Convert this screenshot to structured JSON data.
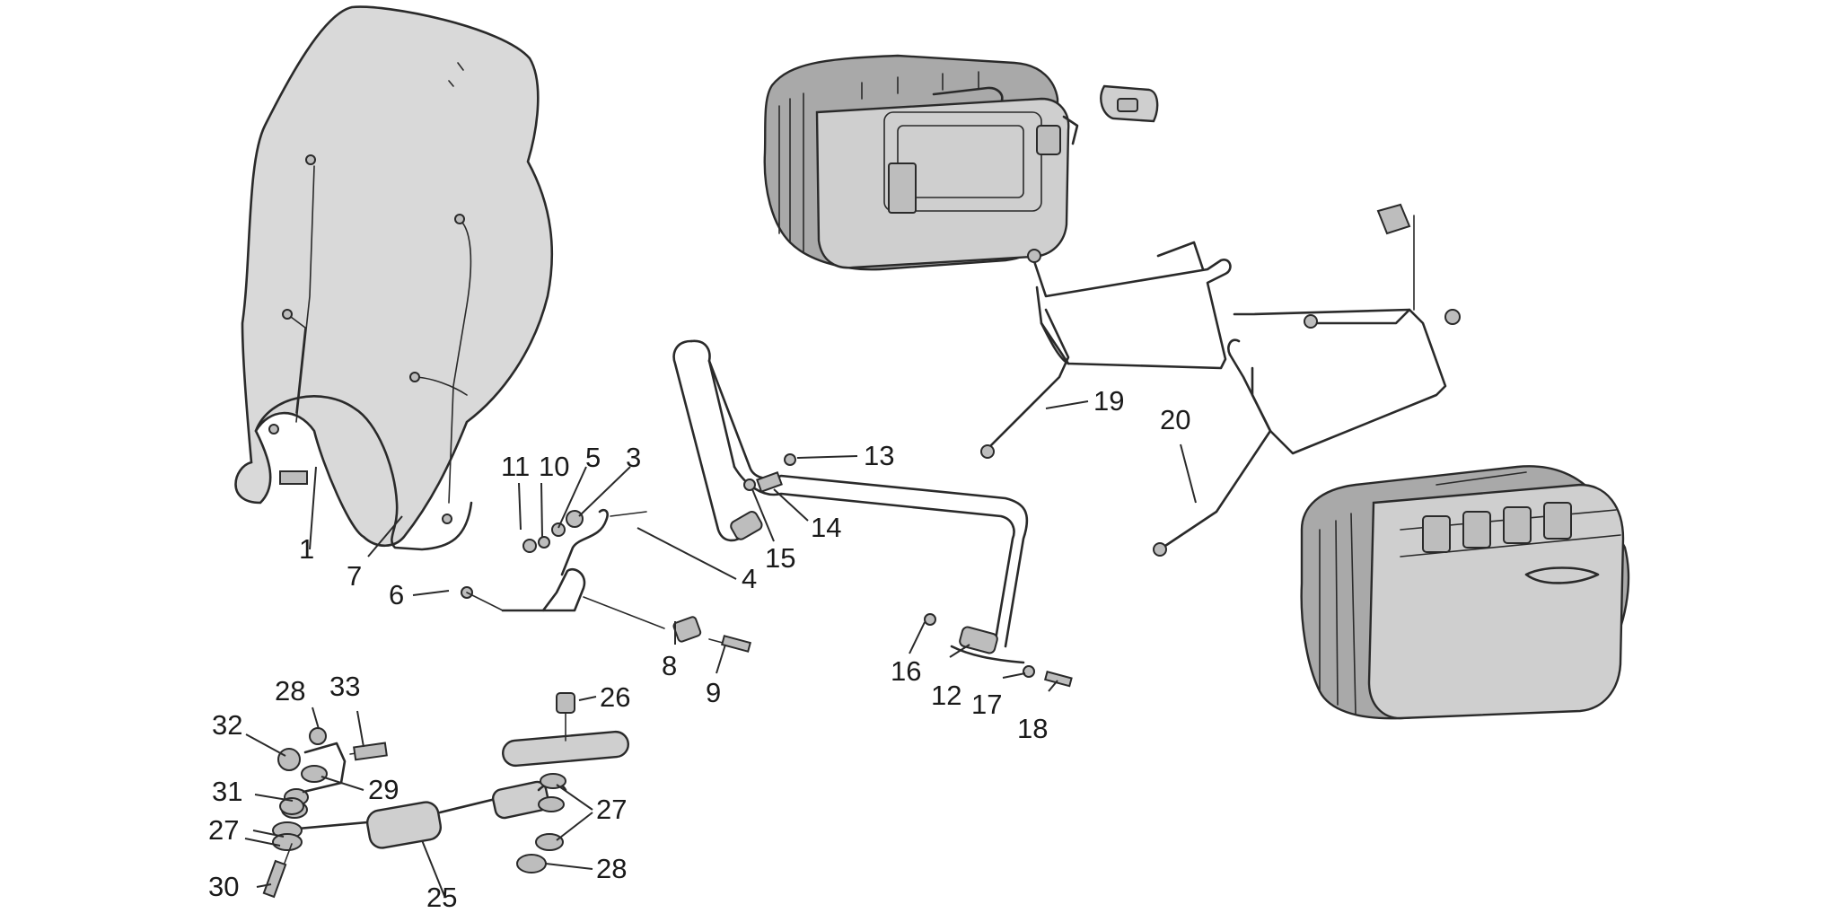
{
  "diagram": {
    "callouts": [
      {
        "id": "c1",
        "text": "1"
      },
      {
        "id": "c7",
        "text": "7"
      },
      {
        "id": "c6",
        "text": "6"
      },
      {
        "id": "c11",
        "text": "11"
      },
      {
        "id": "c10",
        "text": "10"
      },
      {
        "id": "c5",
        "text": "5"
      },
      {
        "id": "c3",
        "text": "3"
      },
      {
        "id": "c4",
        "text": "4"
      },
      {
        "id": "c8",
        "text": "8"
      },
      {
        "id": "c9",
        "text": "9"
      },
      {
        "id": "c13",
        "text": "13"
      },
      {
        "id": "c14",
        "text": "14"
      },
      {
        "id": "c15",
        "text": "15"
      },
      {
        "id": "c16",
        "text": "16"
      },
      {
        "id": "c12",
        "text": "12"
      },
      {
        "id": "c17",
        "text": "17"
      },
      {
        "id": "c18",
        "text": "18"
      },
      {
        "id": "c19",
        "text": "19"
      },
      {
        "id": "c20",
        "text": "20"
      },
      {
        "id": "c28a",
        "text": "28"
      },
      {
        "id": "c33",
        "text": "33"
      },
      {
        "id": "c32",
        "text": "32"
      },
      {
        "id": "c29",
        "text": "29"
      },
      {
        "id": "c31",
        "text": "31"
      },
      {
        "id": "c27a",
        "text": "27"
      },
      {
        "id": "c30",
        "text": "30"
      },
      {
        "id": "c25",
        "text": "25"
      },
      {
        "id": "c26",
        "text": "26"
      },
      {
        "id": "c27b",
        "text": "27"
      },
      {
        "id": "c28b",
        "text": "28"
      }
    ]
  }
}
